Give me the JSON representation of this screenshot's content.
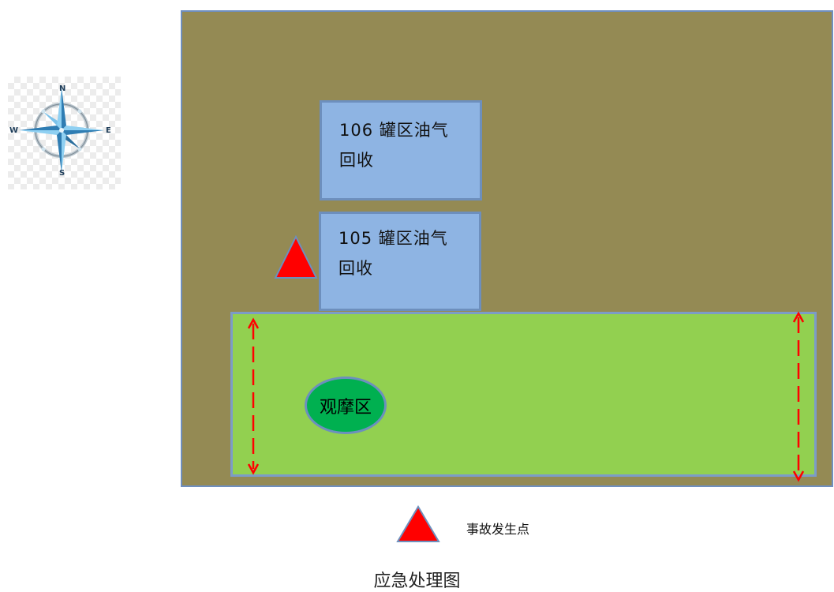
{
  "compass": {
    "north": "N",
    "east": "E",
    "south": "S",
    "west": "W",
    "icon": "compass-rose-icon"
  },
  "tanks": [
    {
      "id": "106",
      "line1": "106 罐区油气",
      "line2": "回收"
    },
    {
      "id": "105",
      "line1": "105 罐区油气",
      "line2": "回收"
    }
  ],
  "viewing_area": {
    "label": "观摩区"
  },
  "legend": {
    "accident_point_label": "事故发生点"
  },
  "caption": "应急处理图",
  "colors": {
    "site_area": "#948a54",
    "tank_fill": "#8eb4e3",
    "green_zone": "#92d050",
    "viewing_area": "#00b050",
    "accident_marker": "#ff0000",
    "evacuation_arrow": "#ff0000"
  }
}
